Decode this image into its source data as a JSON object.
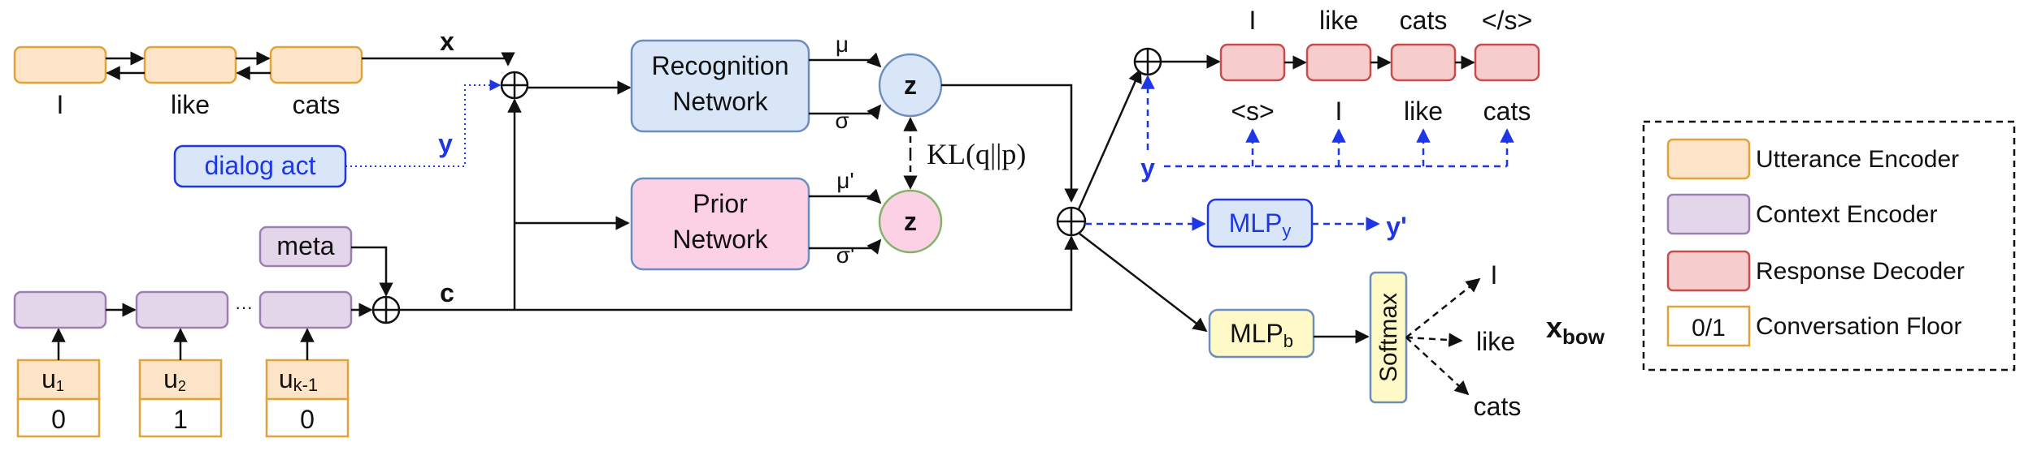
{
  "encoder": {
    "tokens": [
      "I",
      "like",
      "cats"
    ],
    "x_label": "x",
    "y_label": "y",
    "c_label": "c",
    "dialog_act": "dialog act",
    "meta": "meta",
    "ellipsis": "···"
  },
  "utterances": [
    {
      "u": "u",
      "sub": "1",
      "floor": "0"
    },
    {
      "u": "u",
      "sub": "2",
      "floor": "1"
    },
    {
      "u": "u",
      "sub": "k-1",
      "floor": "0"
    }
  ],
  "recognition": {
    "line1": "Recognition",
    "line2": "Network",
    "mu": "μ",
    "sigma": "σ",
    "z": "z"
  },
  "prior": {
    "line1": "Prior",
    "line2": "Network",
    "mu": "μ'",
    "sigma": "σ'",
    "z": "z"
  },
  "kl": "KL(q||p)",
  "decoder": {
    "outputs": [
      "I",
      "like",
      "cats",
      "</s>"
    ],
    "inputs": [
      "<s>",
      "I",
      "like",
      "cats"
    ],
    "y_label": "y"
  },
  "mlp_y": {
    "base": "MLP",
    "sub": "y",
    "out": "y'"
  },
  "mlp_b": {
    "base": "MLP",
    "sub": "b"
  },
  "softmax": "Softmax",
  "bow": {
    "words": [
      "I",
      "like",
      "cats"
    ],
    "base": "x",
    "sub": "bow"
  },
  "legend": [
    {
      "key": "utterance",
      "label": "Utterance Encoder"
    },
    {
      "key": "context",
      "label": "Context Encoder"
    },
    {
      "key": "decoder",
      "label": "Response Decoder"
    },
    {
      "key": "floor",
      "label": "Conversation Floor",
      "swatch_text": "0/1"
    }
  ]
}
